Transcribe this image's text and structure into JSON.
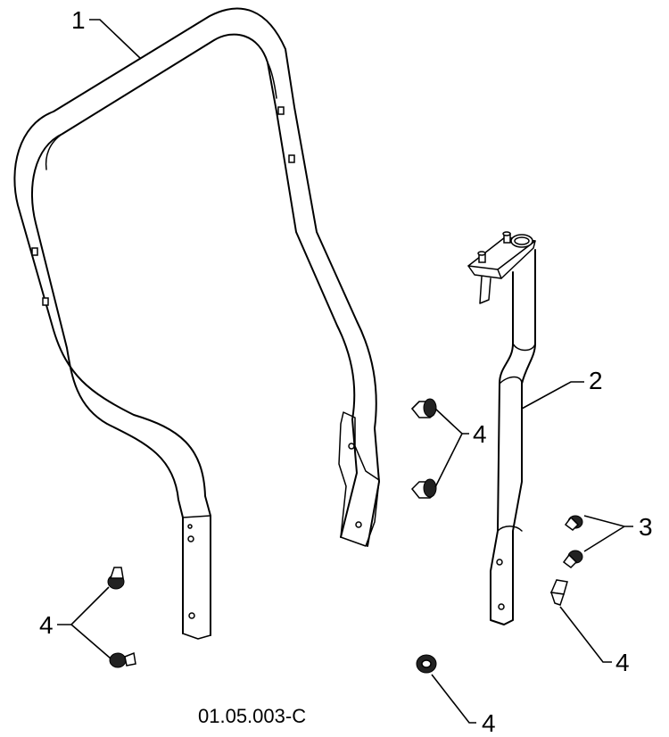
{
  "diagram": {
    "callouts": {
      "frame_label": "1",
      "upright_label": "2",
      "bolt_label_top": "3",
      "fastener_label_mid": "4",
      "fastener_label_left": "4",
      "fastener_label_right": "4",
      "fastener_label_bottom": "4"
    },
    "figure_code": "01.05.003-C",
    "colors": {
      "line": "#000000",
      "background": "#ffffff"
    }
  }
}
